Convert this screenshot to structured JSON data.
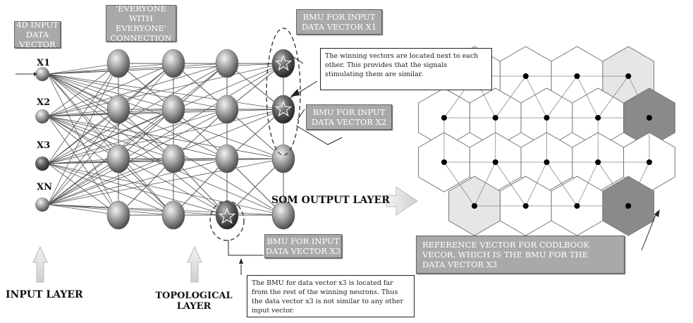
{
  "labels": {
    "input_vector": [
      "4D INPUT",
      "DATA VECTOR"
    ],
    "everyone": [
      "'EVERYONE WITH",
      "EVERYONE'",
      "CONNECTION"
    ],
    "bmu_x1": [
      "BMU FOR INPUT",
      "DATA VECTOR X1"
    ],
    "bmu_x2": [
      "BMU FOR INPUT",
      "DATA VECTOR X2"
    ],
    "bmu_x3": [
      "BMU FOR INPUT",
      "DATA VECTOR X3"
    ],
    "inputs": [
      "X1",
      "X2",
      "X3",
      "XN"
    ],
    "som_output_layer": "SOM OUTPUT LAYER",
    "input_layer": "INPUT LAYER",
    "topological_layer": [
      "TOPOLOGICAL",
      "LAYER"
    ],
    "reference_vector": [
      "REFERENCE VECTOR FOR CODLBOOK",
      "VECOR, WHICH IS THE BMU FOR THE",
      "DATA VECTOR X3"
    ],
    "note_winning": "The winning vectors are located next to each other. This provides that the signals stimulating them are similar.",
    "note_x3": "The BMU for data vector x3 is located far from the rest of the winning neurons. Thus the data vector x3 is not similar to any other input vector."
  },
  "colors": {
    "box_fill": "#a9a9a9",
    "hex_light": "#e6e6e6",
    "hex_dark": "#8a8a8a",
    "neuron": "#9a9a9a"
  },
  "icons": [
    "star-icon",
    "arrow-icon"
  ]
}
